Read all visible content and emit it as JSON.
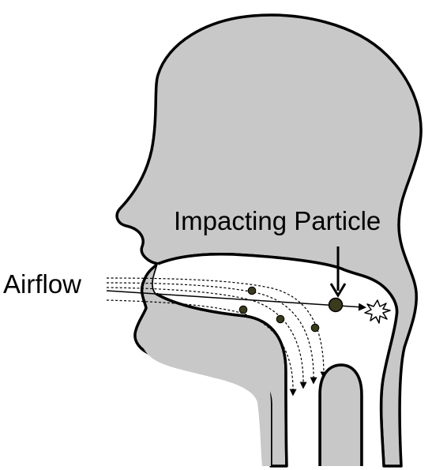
{
  "diagram": {
    "labels": {
      "airflow": "Airflow",
      "impacting_particle": "Impacting Particle"
    },
    "colors": {
      "tissue_fill": "#c8c8c8",
      "outline": "#000000",
      "particle": "#3a3a1c",
      "impact_burst": "#ffffff",
      "background": "#ffffff"
    },
    "icons": {
      "impact": "starburst",
      "particle": "filled-circle",
      "flow_line": "dashed-arrow"
    }
  }
}
